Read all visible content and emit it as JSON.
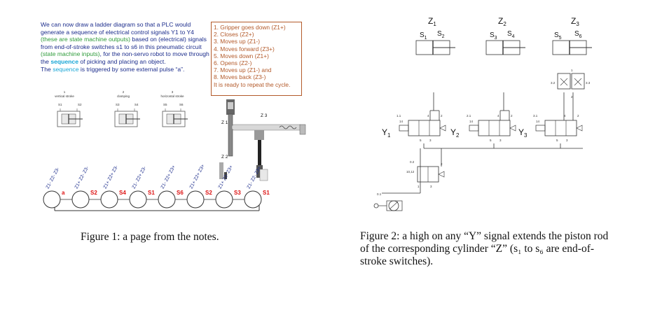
{
  "fig1": {
    "intro": {
      "p1": "We can now draw a ladder diagram so that a PLC would generate a sequence of electrical control signals Y1 to Y4 ",
      "p2": "(these are state machine outputs)",
      "p3": " based on (electrical) signals from end-of-stroke switches s1 to s6 in this pneumatic circuit ",
      "p4": "(state machine inputs)",
      "p5": ", for the non-servo robot to move through the ",
      "p6": "sequence",
      "p7": " of picking and placing an object.",
      "p8": "The ",
      "p9": "sequence",
      "p10": " is triggered by some external pulse “a”."
    },
    "steps": [
      "1.  Gripper goes down (Z1+)",
      "2.  Closes (Z2+)",
      "3.  Moves up (Z1-)",
      "4.  Moves forward (Z3+)",
      "5.  Moves down (Z1+)",
      "6.  Opens (Z2-)",
      "7.  Moves up (Z1-) and",
      "8.  Moves back (Z3-)",
      "It is ready to repeat the cycle."
    ],
    "cylinders": [
      {
        "num": "1",
        "name": "vertical stroke",
        "s_left": "S1",
        "s_right": "S2"
      },
      {
        "num": "2",
        "name": "clamping",
        "s_left": "S3",
        "s_right": "S4"
      },
      {
        "num": "3",
        "name": "horizontal stroke",
        "s_left": "S5",
        "s_right": "S6"
      }
    ],
    "robot_labels": {
      "z1": "Z 1",
      "z2": "Z 2",
      "z3": "Z 3"
    },
    "states": [
      {
        "label": "Z1- Z2- Z3-"
      },
      {
        "label": "Z1+ Z2- Z3-"
      },
      {
        "label": "Z1+ Z2+ Z3-"
      },
      {
        "label": "Z1- Z2+ Z3-"
      },
      {
        "label": "Z1- Z2+ Z3+"
      },
      {
        "label": "Z1+ Z2+ Z3+"
      },
      {
        "label": "Z1+ Z2- Z3+"
      },
      {
        "label": "Z1- Z2- Z3+"
      }
    ],
    "transitions": [
      "a",
      "S2",
      "S4",
      "S1",
      "S6",
      "S2",
      "S3",
      "S1"
    ],
    "caption": "Figure 1: a page from the notes."
  },
  "fig2": {
    "cylinders": [
      {
        "z": "Z",
        "zsub": "1",
        "sa": "S",
        "sasub": "1",
        "sb": "S",
        "sbsub": "2"
      },
      {
        "z": "Z",
        "zsub": "2",
        "sa": "S",
        "sasub": "3",
        "sb": "S",
        "sbsub": "4"
      },
      {
        "z": "Z",
        "zsub": "3",
        "sa": "S",
        "sasub": "5",
        "sb": "S",
        "sbsub": "6"
      }
    ],
    "valves": [
      {
        "y": "Y",
        "ysub": "1",
        "port_a": "14",
        "port_b": "1.1",
        "port_c": "4",
        "port_d": "2",
        "port_e": "5",
        "port_f": "3"
      },
      {
        "y": "Y",
        "ysub": "2",
        "port_a": "14",
        "port_b": "2.1",
        "port_c": "4",
        "port_d": "2",
        "port_e": "5",
        "port_f": "3"
      },
      {
        "y": "Y",
        "ysub": "3",
        "port_a": "14",
        "port_b": "3.1",
        "port_c": "4",
        "port_d": "2",
        "port_e": "5",
        "port_f": "3"
      }
    ],
    "flow_labels": {
      "left": "3.2",
      "right": "3.3",
      "top": "1",
      "bottom": "2"
    },
    "start_valve": {
      "tag": "0.2",
      "ports": "10,12",
      "p1": "1",
      "p2": "2",
      "p3": "3"
    },
    "supply_tag": "0.1",
    "caption": "Figure 2: a high on any “Y” signal extends the piston rod of the corresponding cylinder “Z” (s₁ to s₆ are end-of-stroke switches)."
  },
  "colors": {
    "text_blue": "#1c2d8c",
    "green": "#2e9b3a",
    "cyan": "#18a6d6",
    "steps_brown": "#b35a2a",
    "transition_red": "#dd1111"
  }
}
